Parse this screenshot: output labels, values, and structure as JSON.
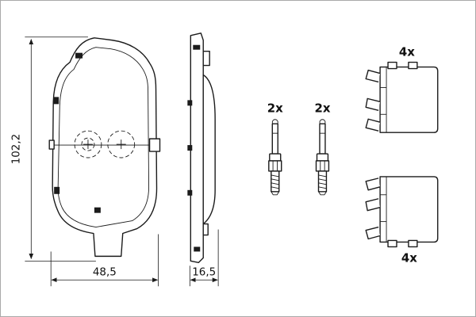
{
  "colors": {
    "ink": "#1b1b1b",
    "background": "#ffffff"
  },
  "labels": {
    "height_dimension": "102,2",
    "width_dimension": "48,5",
    "thickness_dimension": "16,5",
    "bolt_left_qty": "2x",
    "bolt_right_qty": "2x",
    "clip_top_qty": "4x",
    "clip_bottom_qty": "4x"
  }
}
